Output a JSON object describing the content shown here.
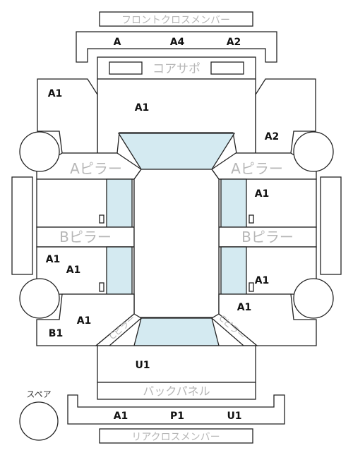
{
  "diagram": {
    "front_cross_member": {
      "label": "フロントクロスメンバー",
      "codes": [
        "A",
        "A4",
        "A2"
      ]
    },
    "core_support": {
      "label": "コアサポ"
    },
    "hood_code": "A1",
    "left_front_fender_code": "A1",
    "right_front_fender_code": "A2",
    "a_pillar_left": "Aピラー",
    "a_pillar_right": "Aピラー",
    "b_pillar_left": "Bピラー",
    "b_pillar_right": "Bピラー",
    "left_front_door_code": "",
    "right_front_door_code": "A1",
    "left_rear_door_codes": [
      "A1",
      "A1"
    ],
    "right_rear_door_code": "A1",
    "left_rear_fender_codes": [
      "A1",
      "B1"
    ],
    "right_rear_fender_code": "A1",
    "c_pillar_left": "Cピラー",
    "c_pillar_right": "Cピラー",
    "trunk_code": "U1",
    "back_panel": {
      "label": "バックパネル"
    },
    "rear_cross_member": {
      "label": "リアクロスメンバー",
      "codes": [
        "A1",
        "P1",
        "U1"
      ]
    },
    "spare_tire": {
      "label": "スペア"
    }
  },
  "colors": {
    "outline": "#222222",
    "glass": "#d4eaf1",
    "label_gray": "#b6b6b6",
    "code_text": "#111111"
  }
}
